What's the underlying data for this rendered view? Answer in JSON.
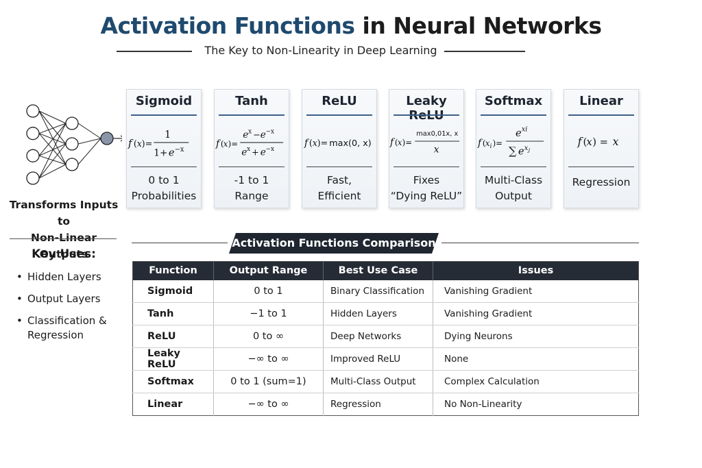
{
  "title": {
    "part1": "Activation Functions",
    "part2": " in Neural Networks"
  },
  "subtitle": "The Key to Non-Linearity in Deep Learning",
  "network": {
    "caption_line1": "Transforms Inputs to",
    "caption_line2": "Non-Linear Outputs",
    "input_nodes": 4,
    "hidden_nodes": 3,
    "output_nodes": 1,
    "node_color": "#ffffff",
    "output_node_color": "#8a96a8"
  },
  "key_uses": {
    "title": "Key Uses:",
    "items": [
      "Hidden Layers",
      "Output Layers",
      "Classification & Regression"
    ]
  },
  "cards": [
    {
      "name": "Sigmoid",
      "formula_text": "f(x) = 1 / (1 + e^-x)",
      "desc_line1": "0 to 1",
      "desc_line2": "Probabilities"
    },
    {
      "name": "Tanh",
      "formula_text": "f(x) = (e^x − e^-x) / (e^x + e^-x)",
      "desc_line1": "-1 to 1",
      "desc_line2": "Range"
    },
    {
      "name": "ReLU",
      "formula_text": "f(x) = max(0, x)",
      "desc_line1": "Fast,",
      "desc_line2": "Efficient"
    },
    {
      "name": "Leaky ReLU",
      "formula_text": "f(x) = max0,01x, x / x",
      "desc_line1": "Fixes",
      "desc_line2": "“Dying ReLU”"
    },
    {
      "name": "Softmax",
      "formula_text": "f(xi) = e^xi / ∑e^xj",
      "desc_line1": "Multi-Class",
      "desc_line2": "Output"
    },
    {
      "name": "Linear",
      "formula_text": "f(x) = x",
      "desc_line1": "Regression",
      "desc_line2": ""
    }
  ],
  "comparison": {
    "heading": "Activation Functions Comparison",
    "columns": [
      "Function",
      "Output Range",
      "Best Use Case",
      "Issues"
    ],
    "rows": [
      [
        "Sigmoid",
        "0 to 1",
        "Binary Classification",
        "Vanishing Gradient"
      ],
      [
        "Tanh",
        "−1 to 1",
        "Hidden Layers",
        "Vanishing Gradient"
      ],
      [
        "ReLU",
        "0 to ∞",
        "Deep Networks",
        "Dying Neurons"
      ],
      [
        "Leaky ReLU",
        "−∞ to ∞",
        "Improved ReLU",
        "None"
      ],
      [
        "Softmax",
        "0 to 1 (sum=1)",
        "Multi-Class Output",
        "Complex Calculation"
      ],
      [
        "Linear",
        "−∞ to ∞",
        "Regression",
        "No Non-Linearity"
      ]
    ]
  },
  "colors": {
    "title_accent": "#1f4a6e",
    "card_rule": "#3d5f86",
    "table_header": "#262c36",
    "banner": "#202630"
  }
}
